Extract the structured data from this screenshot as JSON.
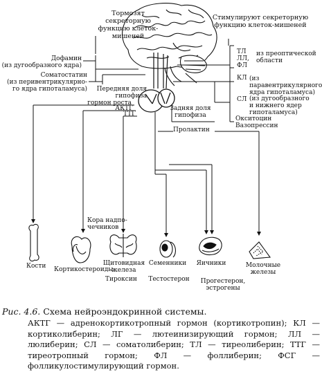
{
  "header": {
    "inhibit": "Тормозят секреторную\nфункцию клеток-\nмишеней",
    "stimulate": "Стимулируют секреторную\nфункцию клеток-мишеней"
  },
  "left_labels": {
    "dopamine": "Дофамин\n(из дугообразного ядра)",
    "somatostatin": "Соматостатин\n(из перивентрикулярно-\nго ядра гипоталамуса)",
    "anterior_pituitary": "Передняя доля\nгипофиза",
    "growth_hormone": "гормон роста",
    "actg": "АКТГ",
    "ttg": "ТТГ"
  },
  "right_labels": {
    "tl_ll_fl": "ТЛ\nЛЛ,\nФЛ",
    "preoptic": "из преоптической\nобласти",
    "kl": "КЛ",
    "kl_source": "(из паравентрикулярного\nядра гипоталамуса)",
    "sl": "СЛ",
    "sl_source": "(из дугообразного\nи нижнего ядер гипоталамуса)",
    "oxytocin": "Окситоцин\nВазопрессин",
    "posterior_pituitary": "Задняя доля\nгипофиза",
    "prolactin": "Пролактин"
  },
  "targets": {
    "bones": "Кости",
    "adrenal_cortex": "Кора надпо-\nчечников",
    "corticosteroids": "Кортикостероиды",
    "thyroid": "Щитовидная\nжелеза",
    "thyroxine": "Тироксин",
    "testes": "Семенники",
    "testosterone": "Тестостерон",
    "ovaries": "Яичники",
    "progesterone": "Прогестерон,\nэстрогены",
    "mammary": "Молочные\nжелезы"
  },
  "caption": {
    "label": "Рис. 4.6.",
    "title": "Схема нейроэндокринной системы.",
    "legend": "АКТГ — адренокортикотропный гормон (кортикотропин); КЛ — кортиколиберин; ЛГ — лютеинизирующий гормон; ЛЛ — люлиберин; СЛ — соматолиберин; ТЛ — тиреолиберин; ТТГ — тиреотропный гормон; ФЛ — фоллиберин; ФСГ — фолликулостимулирующий гормон."
  }
}
